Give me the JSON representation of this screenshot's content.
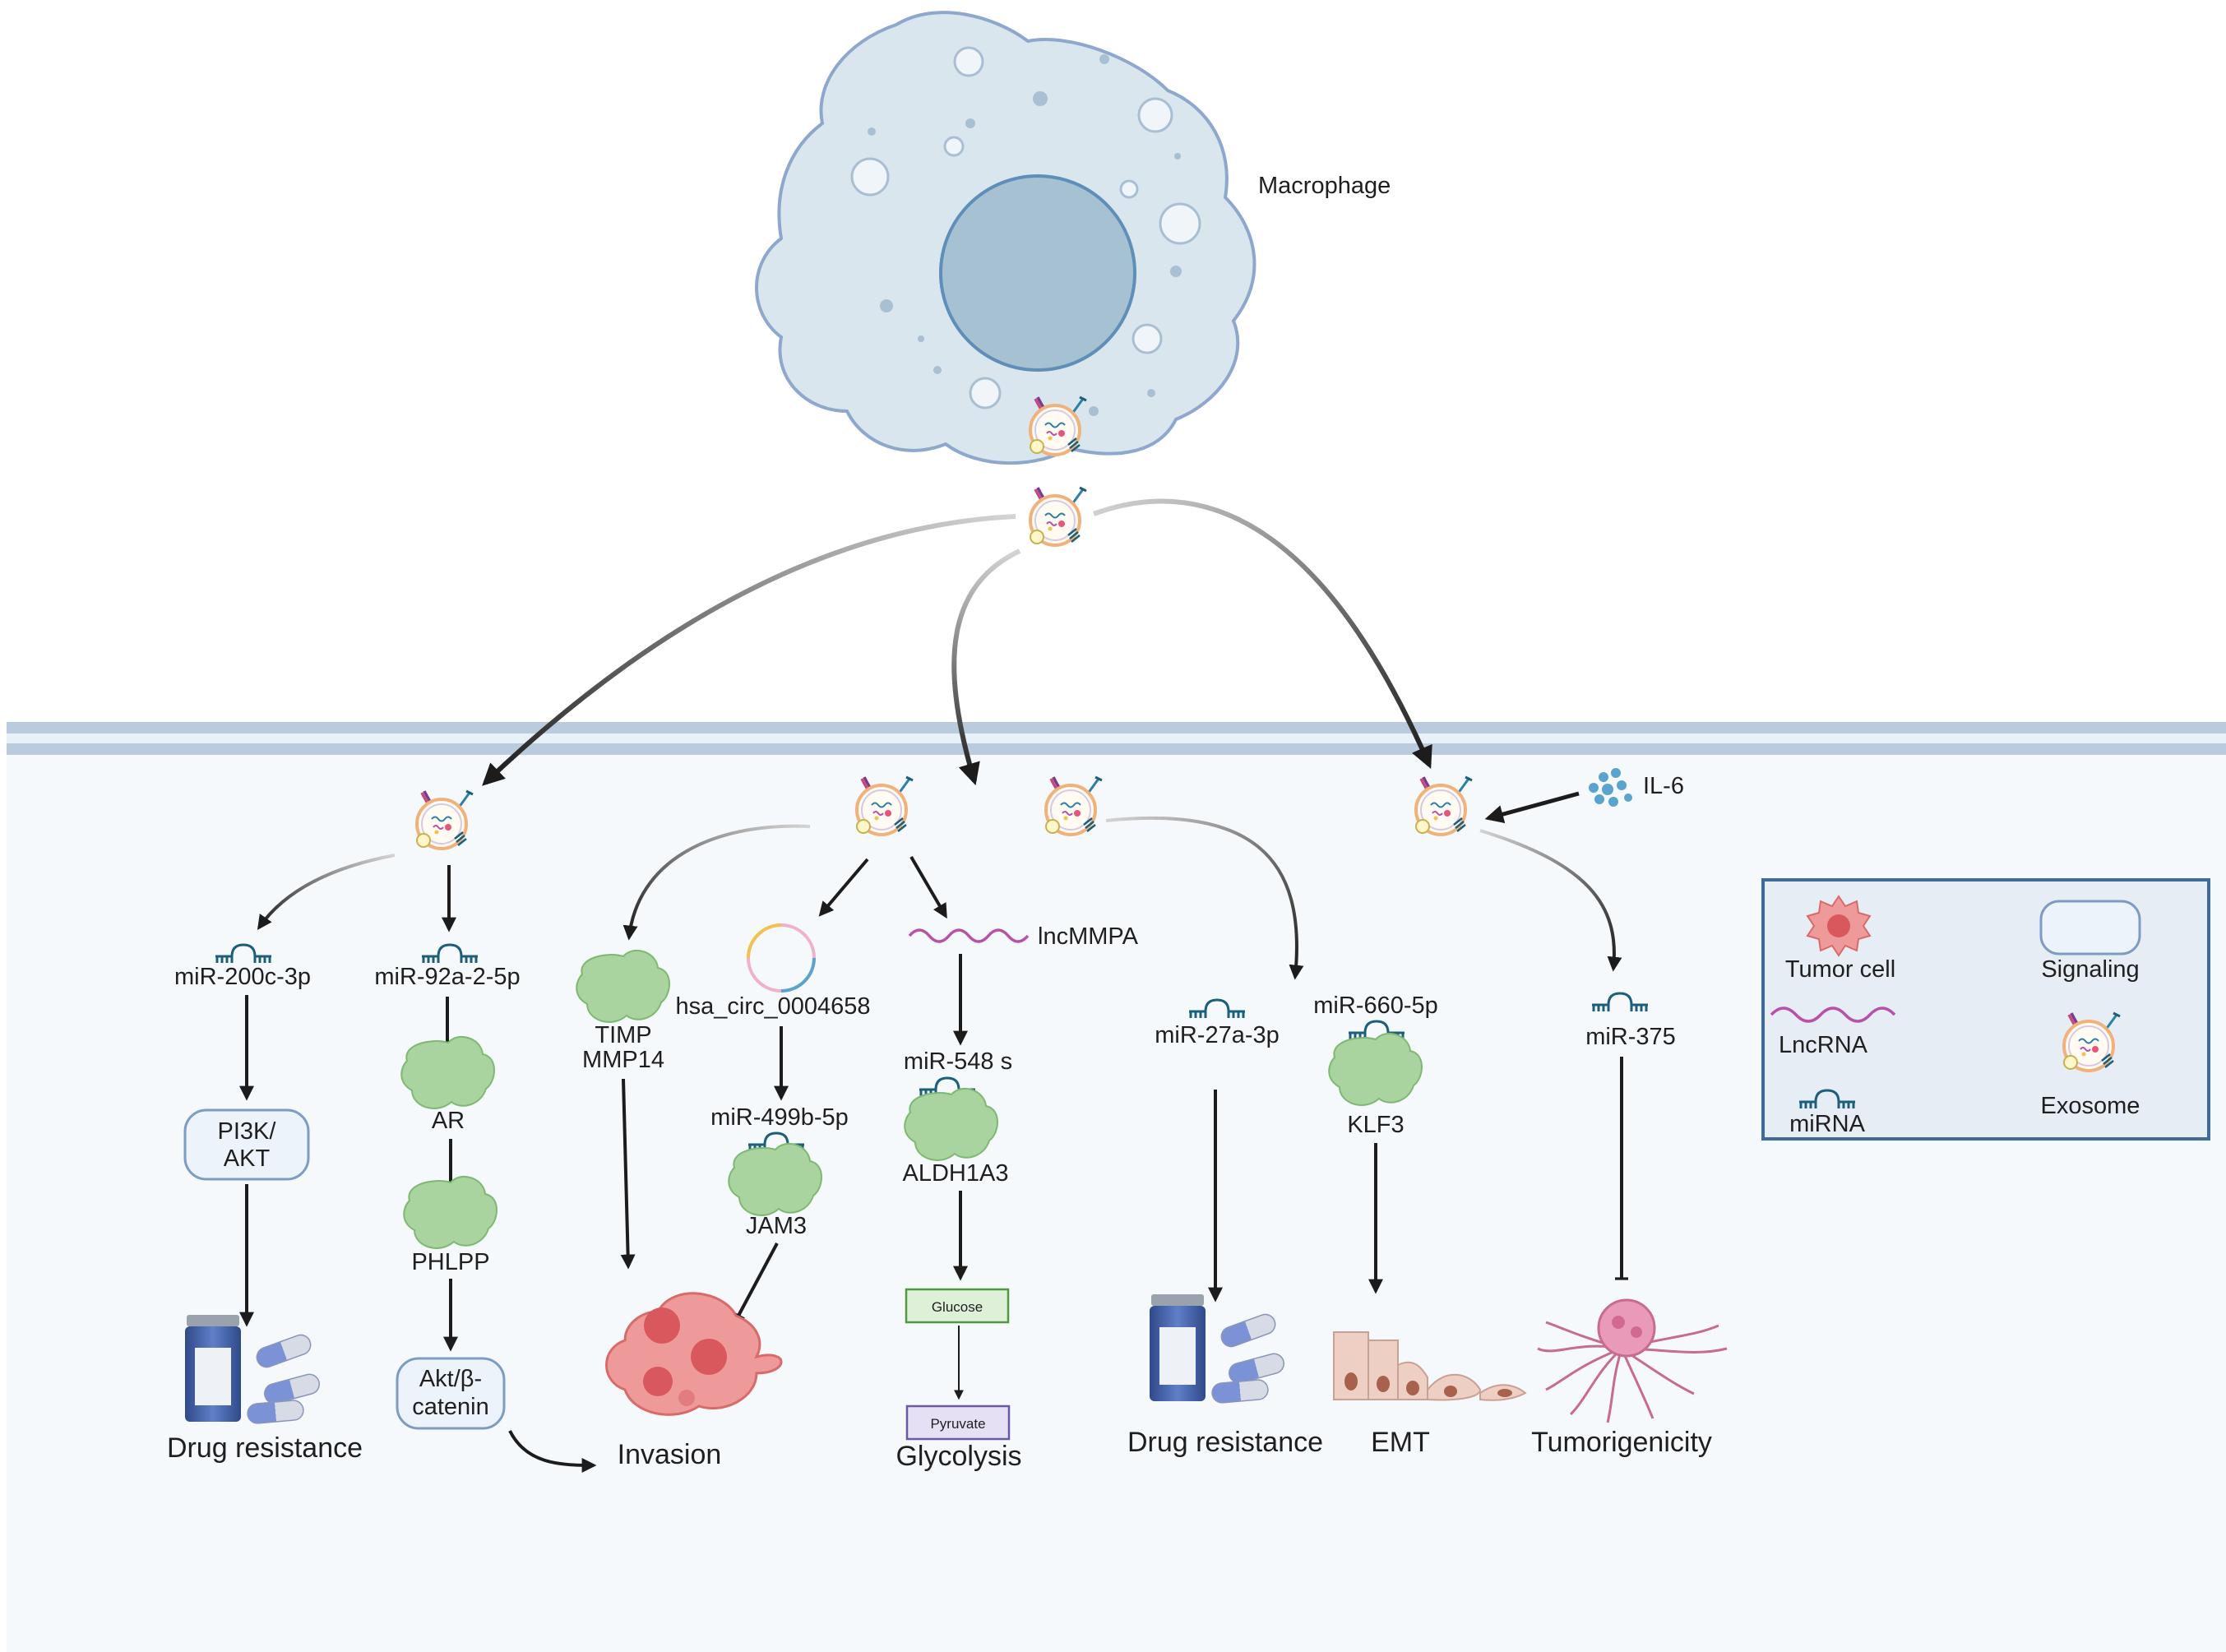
{
  "cell": {
    "macrophage": "Macrophage",
    "cytokine": "IL-6"
  },
  "left": {
    "mir1": "miR-200c-3p",
    "sig1_line1": "PI3K/",
    "sig1_line2": "AKT",
    "out1": "Drug resistance",
    "mir2": "miR-92a-2-5p",
    "prot_ar": "AR",
    "prot_phlpp": "PHLPP",
    "sig2_line1": "Akt/β-",
    "sig2_line2": "catenin"
  },
  "center": {
    "prot1_line1": "TIMP",
    "prot1_line2": "MMP14",
    "circ": "hsa_circ_0004658",
    "mir_b": "miR-499b-5p",
    "prot_jam3": "JAM3",
    "lnc": "lncMMPA",
    "mir_s": "miR-548 s",
    "prot_aldh": "ALDH1A3",
    "glucose": "Glucose",
    "pyruvate": "Pyruvate",
    "out_invasion": "Invasion",
    "out_glycolysis": "Glycolysis"
  },
  "right": {
    "mir27": "miR-27a-3p",
    "out_drug": "Drug resistance",
    "mir660": "miR-660-5p",
    "prot_klf3": "KLF3",
    "out_emt": "EMT",
    "mir375": "miR-375",
    "out_tumor": "Tumorigenicity"
  },
  "legend": {
    "tumor_cell": "Tumor cell",
    "signaling": "Signaling",
    "lncrna": "LncRNA",
    "exosome": "Exosome",
    "mirna": "miRNA"
  },
  "colors": {
    "membrane": "#b9cbdc",
    "cytoplasm": "#f6f9fc",
    "protein": "#a9d39f",
    "mirna": "#1d5f7a",
    "lncrna": "#b653a6",
    "tumor": "#e8777a",
    "macrophage": "#dae6ee",
    "nucleus": "#a6c1d1"
  }
}
